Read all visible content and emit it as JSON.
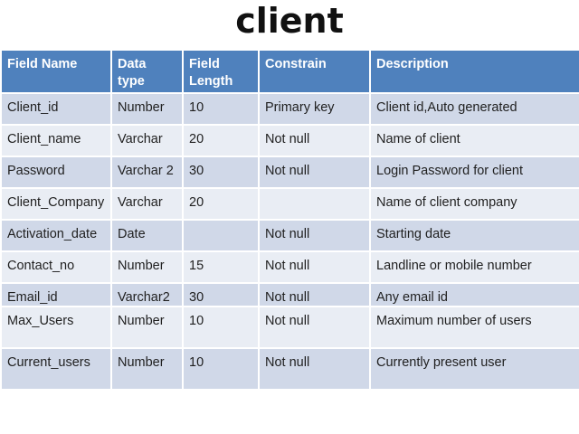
{
  "title": "client",
  "table": {
    "headers": [
      "Field Name",
      "Data type",
      "Field Length",
      "Constrain",
      "Description"
    ],
    "rows": [
      [
        "Client_id",
        "Number",
        "10",
        "Primary key",
        "Client id,Auto generated"
      ],
      [
        "Client_name",
        "Varchar",
        "20",
        "Not null",
        "Name of client"
      ],
      [
        "Password",
        "Varchar 2",
        "30",
        "Not null",
        "Login Password for client"
      ],
      [
        "Client_Company",
        "Varchar",
        "20",
        "",
        "Name of client company"
      ],
      [
        "Activation_date",
        "Date",
        "",
        "Not null",
        "Starting date"
      ],
      [
        "Contact_no",
        "Number",
        "15",
        "Not null",
        "Landline or mobile number"
      ],
      [
        "Email_id",
        "Varchar2",
        "30",
        "Not null",
        "Any email id"
      ],
      [
        "Max_Users",
        "Number",
        "10",
        "Not null",
        "Maximum number of users"
      ],
      [
        "Current_users",
        "Number",
        "10",
        "Not null",
        "Currently present user"
      ]
    ]
  },
  "colors": {
    "header_bg": "#4f81bd",
    "row_odd_bg": "#d0d8e8",
    "row_even_bg": "#e9edf4"
  }
}
